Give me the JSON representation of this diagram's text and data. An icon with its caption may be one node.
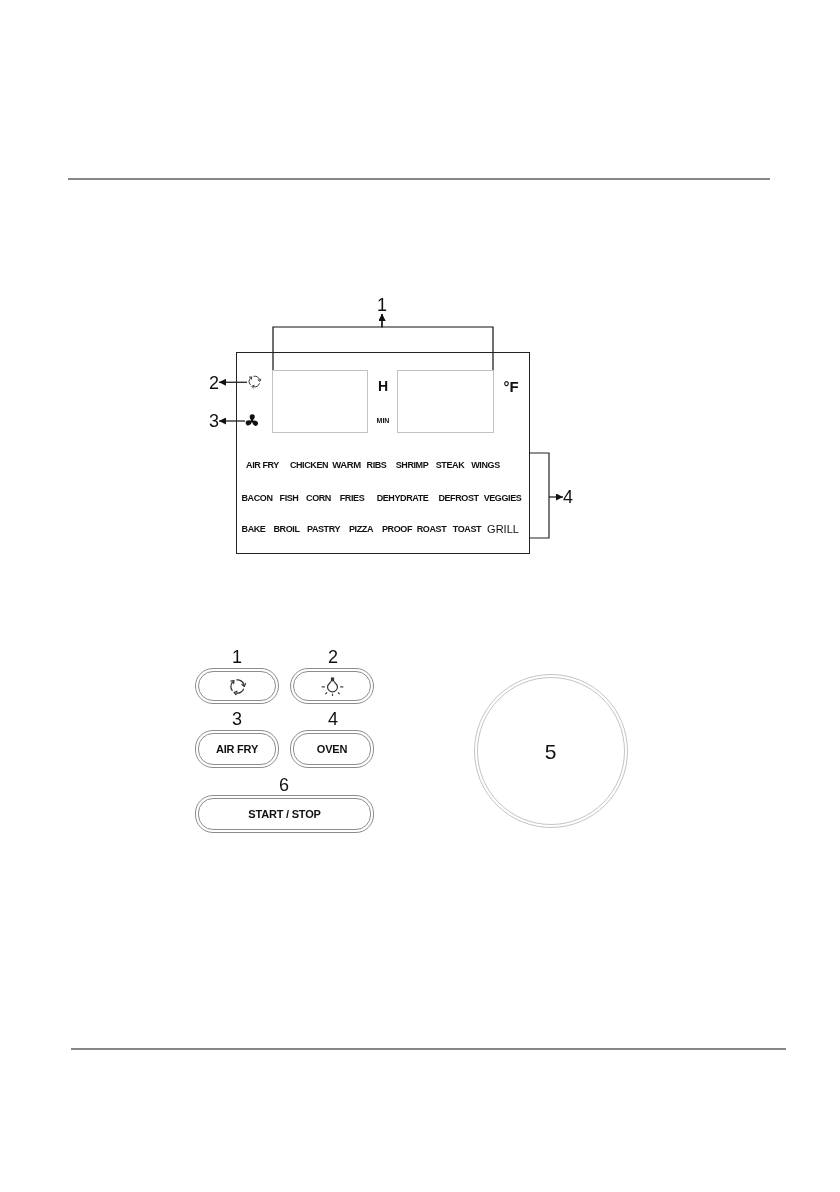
{
  "diagram": {
    "nodes": [
      {
        "text": [
          "1"
        ]
      },
      {
        "text": [
          "H",
          "°F",
          "MIN",
          "AIR FRY",
          "CHICKEN",
          "WARM",
          "RIBS",
          "SHRIMP",
          "STEAK",
          "WINGS",
          "BACON",
          "FISH",
          "CORN",
          "FRIES",
          "DEHYDRATE",
          "DEFROST",
          "VEGGIES",
          "BAKE",
          "BROIL",
          "PASTRY",
          "PIZZA",
          "PROOF",
          "ROAST",
          "TOAST",
          "GRILL"
        ]
      },
      {
        "text": [
          "2"
        ]
      },
      {
        "text": [],
        "shape": "picture",
        "in": 1
      },
      {
        "text": [],
        "shape": "box",
        "in": 1
      },
      {
        "text": [],
        "shape": "box",
        "in": 1
      },
      {
        "text": [
          "3"
        ]
      },
      {
        "text": [],
        "shape": "picture",
        "in": 1
      },
      {
        "text": [
          "4"
        ]
      },
      {
        "text": [],
        "shape": "box"
      },
      {
        "text": [],
        "shape": "box"
      },
      {
        "text": [
          "AIR FRY"
        ]
      },
      {
        "text": [
          "OVEN"
        ]
      },
      {
        "text": [
          "5"
        ]
      },
      {
        "text": [
          "START / STOP"
        ]
      }
    ],
    "edges": [
      {
        "from": 4,
        "to": 0,
        "arrow": "to"
      },
      {
        "from": 5,
        "to": 0,
        "arrow": "to"
      },
      {
        "from": 3,
        "to": 2,
        "arrow": "to"
      },
      {
        "from": 7,
        "to": 6,
        "arrow": "to"
      },
      {
        "from": null,
        "to": 8,
        "arrow": "to"
      }
    ],
    "labels": [
      "1",
      "2",
      "3",
      "4",
      "6"
    ]
  }
}
